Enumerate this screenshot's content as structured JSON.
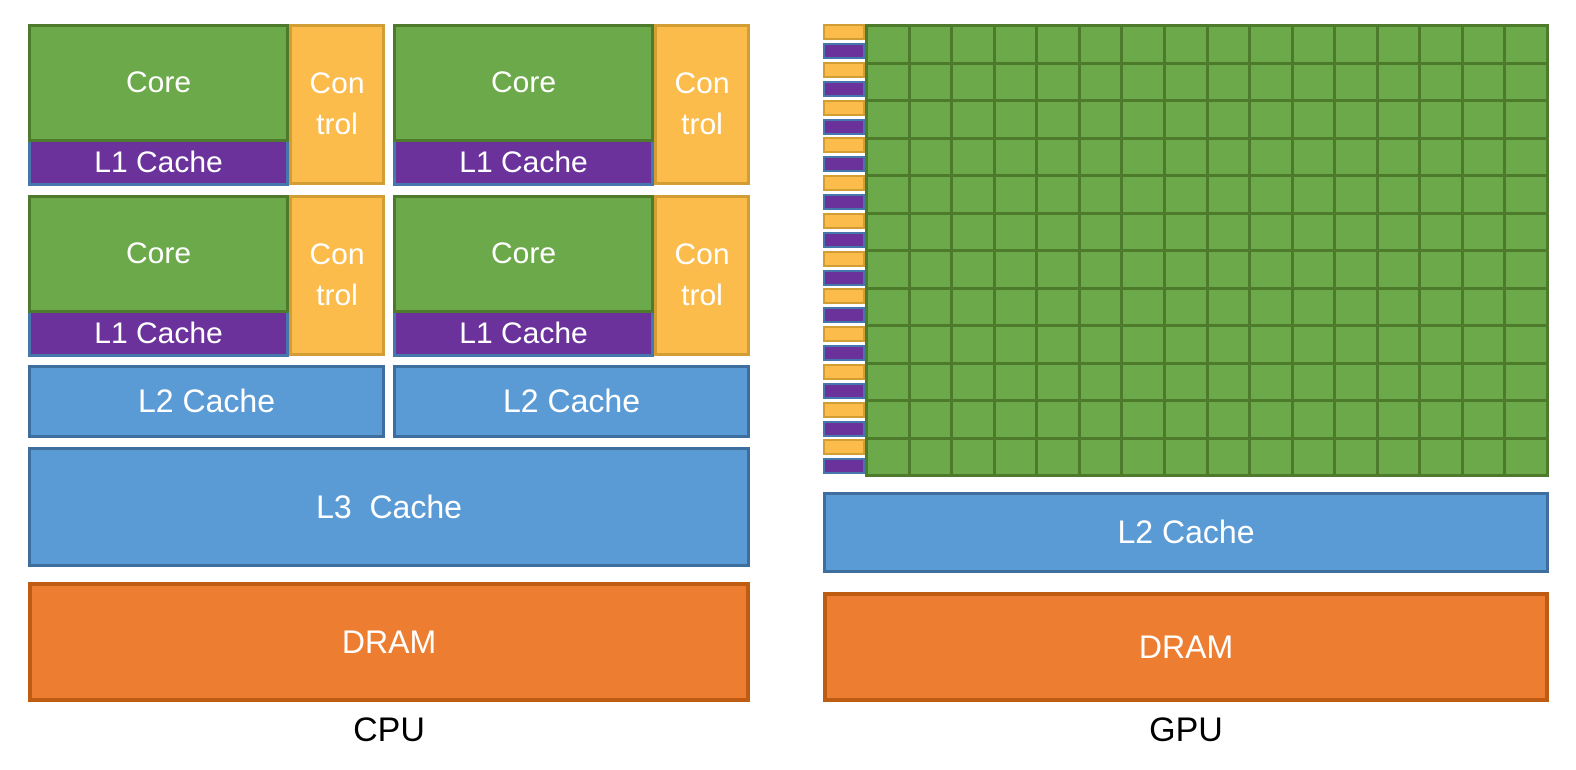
{
  "colors": {
    "core_green": "#6CA94A",
    "green_border": "#4D7A2B",
    "control_orange": "#FBBC4B",
    "control_border": "#D29E33",
    "l1_purple": "#6B329B",
    "l1_border": "#4577AD",
    "cache_blue": "#5B9BD5",
    "cache_border": "#3E6E9E",
    "dram_orange": "#ED7D31",
    "dram_border": "#BE5D11",
    "block_text": "#FFFFFF",
    "caption_text": "#000000"
  },
  "cpu": {
    "caption": "CPU",
    "core_units": [
      {
        "core_label": "Core",
        "control_label": "Con\ntrol",
        "l1_label": "L1 Cache"
      },
      {
        "core_label": "Core",
        "control_label": "Con\ntrol",
        "l1_label": "L1 Cache"
      },
      {
        "core_label": "Core",
        "control_label": "Con\ntrol",
        "l1_label": "L1 Cache"
      },
      {
        "core_label": "Core",
        "control_label": "Con\ntrol",
        "l1_label": "L1 Cache"
      }
    ],
    "l2_bars": [
      {
        "label": "L2 Cache"
      },
      {
        "label": "L2 Cache"
      }
    ],
    "l3_label": "L3  Cache",
    "dram_label": "DRAM"
  },
  "gpu": {
    "caption": "GPU",
    "grid": {
      "rows": 12,
      "columns": 16
    },
    "l2_label": "L2 Cache",
    "dram_label": "DRAM"
  }
}
